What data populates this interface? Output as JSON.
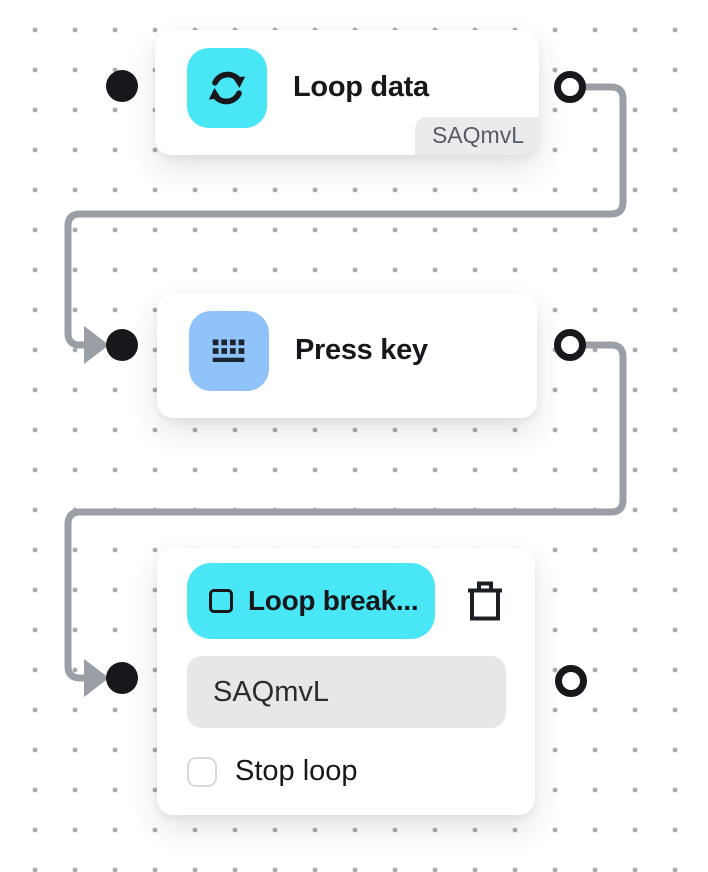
{
  "canvas": {
    "name": "workflow-editor-canvas"
  },
  "colors": {
    "cyan": "#49e7f5",
    "blue": "#90c3fa",
    "edge": "#9a9ea5",
    "ink": "#17181c",
    "badge-bg": "#ebebed",
    "field-bg": "#e7e7e9",
    "dot": "#a9a9af"
  },
  "nodes": {
    "loop_data": {
      "title": "Loop data",
      "badge": "SAQmvL",
      "icon": "loop-refresh-icon"
    },
    "press_key": {
      "title": "Press key",
      "icon": "keyboard-icon"
    },
    "loop_break": {
      "title": "Loop break...",
      "icon": "square-icon",
      "delete_icon": "trash-icon",
      "field_value": "SAQmvL",
      "checkbox_label": "Stop loop",
      "checkbox_checked": false
    }
  }
}
